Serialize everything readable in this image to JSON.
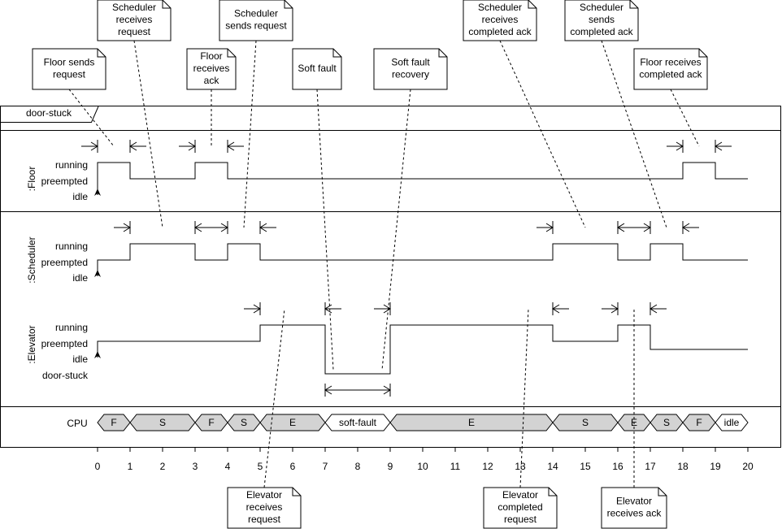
{
  "condition_label": "door-stuck",
  "cpu_label": "CPU",
  "lifelines": [
    {
      "name": ":Floor",
      "states": [
        "running",
        "preempted",
        "idle"
      ]
    },
    {
      "name": ":Scheduler",
      "states": [
        "running",
        "preempted",
        "idle"
      ]
    },
    {
      "name": ":Elevator",
      "states": [
        "running",
        "preempted",
        "idle",
        "door-stuck"
      ]
    }
  ],
  "cpu_segments": [
    {
      "label": "F",
      "start": 0,
      "end": 1,
      "fill": "#d3d3d3"
    },
    {
      "label": "S",
      "start": 1,
      "end": 3,
      "fill": "#d3d3d3"
    },
    {
      "label": "F",
      "start": 3,
      "end": 4,
      "fill": "#d3d3d3"
    },
    {
      "label": "S",
      "start": 4,
      "end": 5,
      "fill": "#d3d3d3"
    },
    {
      "label": "E",
      "start": 5,
      "end": 7,
      "fill": "#d3d3d3"
    },
    {
      "label": "soft-fault",
      "start": 7,
      "end": 9,
      "fill": "#ffffff"
    },
    {
      "label": "E",
      "start": 9,
      "end": 14,
      "fill": "#d3d3d3"
    },
    {
      "label": "S",
      "start": 14,
      "end": 16,
      "fill": "#d3d3d3"
    },
    {
      "label": "E",
      "start": 16,
      "end": 17,
      "fill": "#d3d3d3"
    },
    {
      "label": "S",
      "start": 17,
      "end": 18,
      "fill": "#d3d3d3"
    },
    {
      "label": "F",
      "start": 18,
      "end": 19,
      "fill": "#d3d3d3"
    },
    {
      "label": "idle",
      "start": 19,
      "end": 20,
      "fill": "#ffffff"
    }
  ],
  "ticks": [
    "0",
    "1",
    "2",
    "3",
    "4",
    "5",
    "6",
    "7",
    "8",
    "9",
    "10",
    "11",
    "12",
    "13",
    "14",
    "15",
    "16",
    "17",
    "18",
    "19",
    "20"
  ],
  "notes": {
    "floor_sends_request": [
      "Floor sends",
      "request"
    ],
    "scheduler_receives_request": [
      "Scheduler",
      "receives",
      "request"
    ],
    "floor_receives_ack": [
      "Floor",
      "receives",
      "ack"
    ],
    "scheduler_sends_request": [
      "Scheduler",
      "sends request"
    ],
    "soft_fault": [
      "Soft fault"
    ],
    "soft_fault_recovery": [
      "Soft fault",
      "recovery"
    ],
    "scheduler_receives_completed_ack": [
      "Scheduler",
      "receives",
      "completed ack"
    ],
    "scheduler_sends_completed_ack": [
      "Scheduler",
      "sends",
      "completed ack"
    ],
    "floor_receives_completed_ack": [
      "Floor receives",
      "completed ack"
    ],
    "elevator_receives_request": [
      "Elevator",
      "receives",
      "request"
    ],
    "elevator_completed_request": [
      "Elevator",
      "completed",
      "request"
    ],
    "elevator_receives_ack": [
      "Elevator",
      "receives ack"
    ]
  }
}
